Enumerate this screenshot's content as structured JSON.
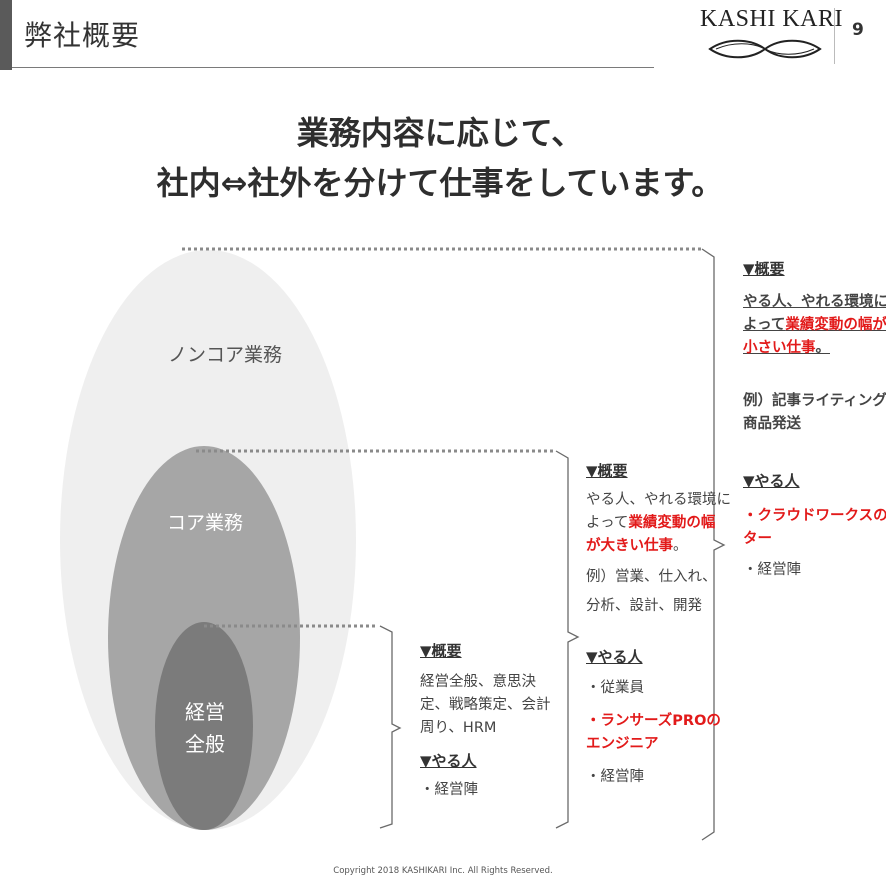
{
  "header": {
    "title": "弊社概要",
    "logo_text": "KASHI KARI",
    "page_number": "9"
  },
  "heading": {
    "line1": "業務内容に応じて、",
    "line2": "社内⇔社外を分けて仕事をしています。"
  },
  "diagram": {
    "noncore_label": "ノンコア業務",
    "core_label": "コア業務",
    "mgmt_label_line1": "経営",
    "mgmt_label_line2": "全般"
  },
  "mgmt_panel": {
    "overview_heading": "▼概要",
    "overview_lines": [
      "経営全般、意思決",
      "定、戦略策定、会計",
      "周り、HRM"
    ],
    "who_heading": "▼やる人",
    "who_items": [
      "・経営陣"
    ]
  },
  "core_panel": {
    "overview_heading": "▼概要",
    "line1": "やる人、やれる環境に",
    "line2_prefix": "よって",
    "line2_red": "業績変動の幅",
    "line3_red": "が大きい仕事",
    "line3_suffix": "。",
    "example_line1": "例）営業、仕入れ、",
    "example_line2": "分析、設計、開発",
    "who_heading": "▼やる人",
    "who_item1": "・従業員",
    "who_item2_red_line1": "・ランサーズPROの",
    "who_item2_red_line2": "エンジニア",
    "who_item3": "・経営陣"
  },
  "noncore_panel": {
    "overview_heading": "▼概要",
    "line1": "やる人、やれる環境に",
    "line2_prefix": "よって",
    "line2_red": "業績変動の幅が",
    "line3_red": "小さい仕事",
    "line3_suffix": "。",
    "example_line1": "例）記事ライティング、",
    "example_line2": "商品発送",
    "who_heading": "▼やる人",
    "who_item1_red_line1": "・クラウドワークスのライ",
    "who_item1_red_line2": "ター",
    "who_item2": "・経営陣"
  },
  "footer": {
    "copyright": "Copyright 2018 KASHIKARI Inc. All Rights Reserved."
  },
  "colors": {
    "noncore_fill": "#efefef",
    "core_fill": "#a6a6a6",
    "mgmt_fill": "#7b7b7b",
    "accent_red": "#e21a1a",
    "header_bar": "#5a5a5a"
  }
}
